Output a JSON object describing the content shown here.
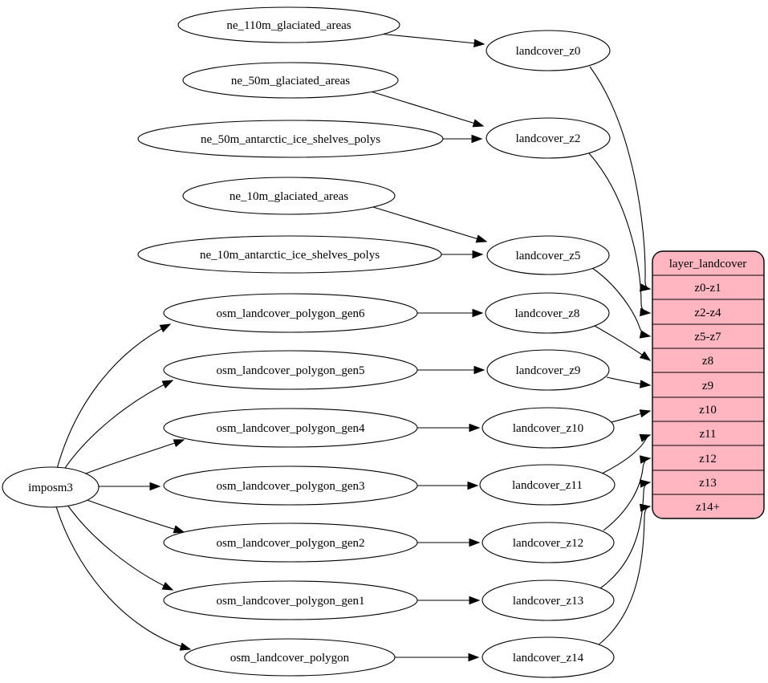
{
  "diagram": {
    "kind": "graphviz-dependency-graph",
    "colors": {
      "background": "#ffffff",
      "node_fill": "#ffffff",
      "record_fill": "#ffb6c1",
      "stroke": "#000000"
    }
  },
  "nodes": {
    "ne_110m_glaciated_areas": "ne_110m_glaciated_areas",
    "ne_50m_glaciated_areas": "ne_50m_glaciated_areas",
    "ne_50m_antarctic_ice_shelves_polys": "ne_50m_antarctic_ice_shelves_polys",
    "ne_10m_glaciated_areas": "ne_10m_glaciated_areas",
    "ne_10m_antarctic_ice_shelves_polys": "ne_10m_antarctic_ice_shelves_polys",
    "imposm3": "imposm3",
    "osm_landcover_polygon_gen6": "osm_landcover_polygon_gen6",
    "osm_landcover_polygon_gen5": "osm_landcover_polygon_gen5",
    "osm_landcover_polygon_gen4": "osm_landcover_polygon_gen4",
    "osm_landcover_polygon_gen3": "osm_landcover_polygon_gen3",
    "osm_landcover_polygon_gen2": "osm_landcover_polygon_gen2",
    "osm_landcover_polygon_gen1": "osm_landcover_polygon_gen1",
    "osm_landcover_polygon": "osm_landcover_polygon",
    "landcover_z0": "landcover_z0",
    "landcover_z2": "landcover_z2",
    "landcover_z5": "landcover_z5",
    "landcover_z8": "landcover_z8",
    "landcover_z9": "landcover_z9",
    "landcover_z10": "landcover_z10",
    "landcover_z11": "landcover_z11",
    "landcover_z12": "landcover_z12",
    "landcover_z13": "landcover_z13",
    "landcover_z14": "landcover_z14"
  },
  "record": {
    "title": "layer_landcover",
    "rows": [
      "z0-z1",
      "z2-z4",
      "z5-z7",
      "z8",
      "z9",
      "z10",
      "z11",
      "z12",
      "z13",
      "z14+"
    ]
  },
  "edges": [
    {
      "from": "ne_110m_glaciated_areas",
      "to": "landcover_z0"
    },
    {
      "from": "ne_50m_glaciated_areas",
      "to": "landcover_z2"
    },
    {
      "from": "ne_50m_antarctic_ice_shelves_polys",
      "to": "landcover_z2"
    },
    {
      "from": "ne_10m_glaciated_areas",
      "to": "landcover_z5"
    },
    {
      "from": "ne_10m_antarctic_ice_shelves_polys",
      "to": "landcover_z5"
    },
    {
      "from": "imposm3",
      "to": "osm_landcover_polygon_gen6"
    },
    {
      "from": "imposm3",
      "to": "osm_landcover_polygon_gen5"
    },
    {
      "from": "imposm3",
      "to": "osm_landcover_polygon_gen4"
    },
    {
      "from": "imposm3",
      "to": "osm_landcover_polygon_gen3"
    },
    {
      "from": "imposm3",
      "to": "osm_landcover_polygon_gen2"
    },
    {
      "from": "imposm3",
      "to": "osm_landcover_polygon_gen1"
    },
    {
      "from": "imposm3",
      "to": "osm_landcover_polygon"
    },
    {
      "from": "osm_landcover_polygon_gen6",
      "to": "landcover_z8"
    },
    {
      "from": "osm_landcover_polygon_gen5",
      "to": "landcover_z9"
    },
    {
      "from": "osm_landcover_polygon_gen4",
      "to": "landcover_z10"
    },
    {
      "from": "osm_landcover_polygon_gen3",
      "to": "landcover_z11"
    },
    {
      "from": "osm_landcover_polygon_gen2",
      "to": "landcover_z12"
    },
    {
      "from": "osm_landcover_polygon_gen1",
      "to": "landcover_z13"
    },
    {
      "from": "osm_landcover_polygon",
      "to": "landcover_z14"
    },
    {
      "from": "landcover_z0",
      "to": "layer_landcover:z0-z1"
    },
    {
      "from": "landcover_z2",
      "to": "layer_landcover:z2-z4"
    },
    {
      "from": "landcover_z5",
      "to": "layer_landcover:z5-z7"
    },
    {
      "from": "landcover_z8",
      "to": "layer_landcover:z8"
    },
    {
      "from": "landcover_z9",
      "to": "layer_landcover:z9"
    },
    {
      "from": "landcover_z10",
      "to": "layer_landcover:z10"
    },
    {
      "from": "landcover_z11",
      "to": "layer_landcover:z11"
    },
    {
      "from": "landcover_z12",
      "to": "layer_landcover:z12"
    },
    {
      "from": "landcover_z13",
      "to": "layer_landcover:z13"
    },
    {
      "from": "landcover_z14",
      "to": "layer_landcover:z14+"
    }
  ]
}
